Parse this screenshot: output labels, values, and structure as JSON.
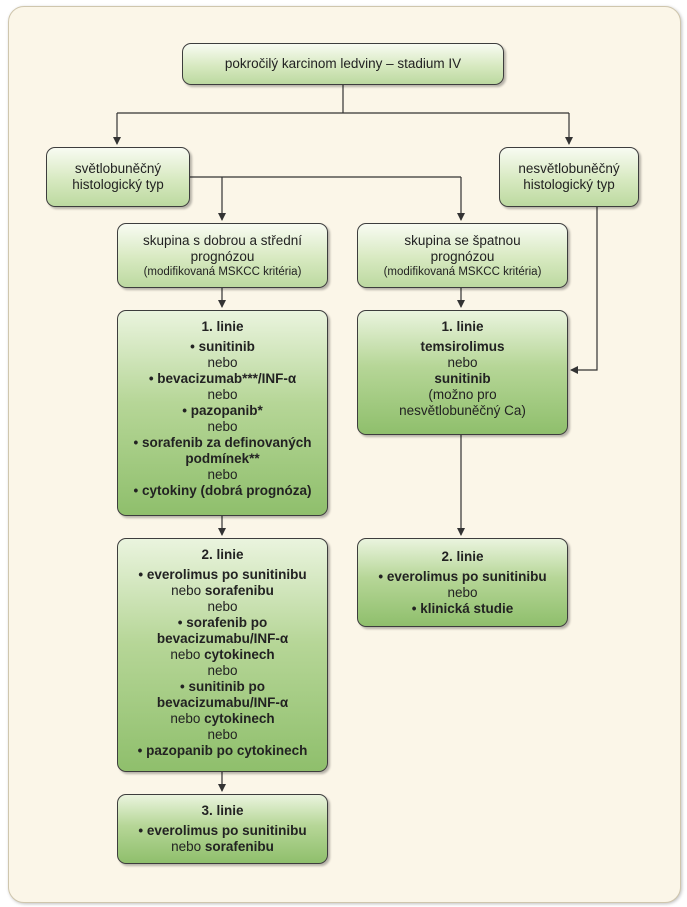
{
  "top": "pokročilý karcinom ledviny – stadium IV",
  "clear_cell": [
    "světlobuněčný",
    "histologický typ"
  ],
  "non_clear_cell": [
    "nesvětlobuněčný",
    "histologický typ"
  ],
  "good_group": {
    "line1": "skupina s dobrou a střední",
    "line2": "prognózou",
    "note": "(modifikovaná MSKCC kritéria)"
  },
  "poor_group": {
    "line1": "skupina se špatnou",
    "line2": "prognózou",
    "note": "(modifikovaná MSKCC kritéria)"
  },
  "good_line1": {
    "title": "1. linie",
    "items": [
      "• sunitinib",
      "nebo",
      "• bevacizumab***/INF-α",
      "nebo",
      "• pazopanib*",
      "nebo",
      "• sorafenib za definovaných",
      "podmínek**",
      "nebo",
      "• cytokiny (dobrá prognóza)"
    ]
  },
  "poor_line1": {
    "title": "1. linie",
    "items": [
      "temsirolimus",
      "nebo",
      "sunitinib",
      "(možno pro",
      "nesvětlobuněčný Ca)"
    ]
  },
  "good_line2": {
    "title": "2. linie",
    "items": [
      "• everolimus po sunitinibu",
      "nebo ",
      "sorafenibu",
      "nebo",
      "• sorafenib po",
      "bevacizumabu/INF-α",
      "nebo ",
      "cytokinech",
      "nebo",
      "• sunitinib po",
      "bevacizumabu/INF-α",
      "nebo ",
      "cytokinech",
      "nebo",
      "• pazopanib po cytokinech"
    ]
  },
  "poor_line2": {
    "title": "2. linie",
    "items": [
      "• everolimus po sunitinibu",
      "nebo",
      "• klinická studie"
    ]
  },
  "good_line3": {
    "title": "3. linie",
    "items": [
      "• everolimus po sunitinibu",
      "nebo ",
      "sorafenibu"
    ]
  }
}
